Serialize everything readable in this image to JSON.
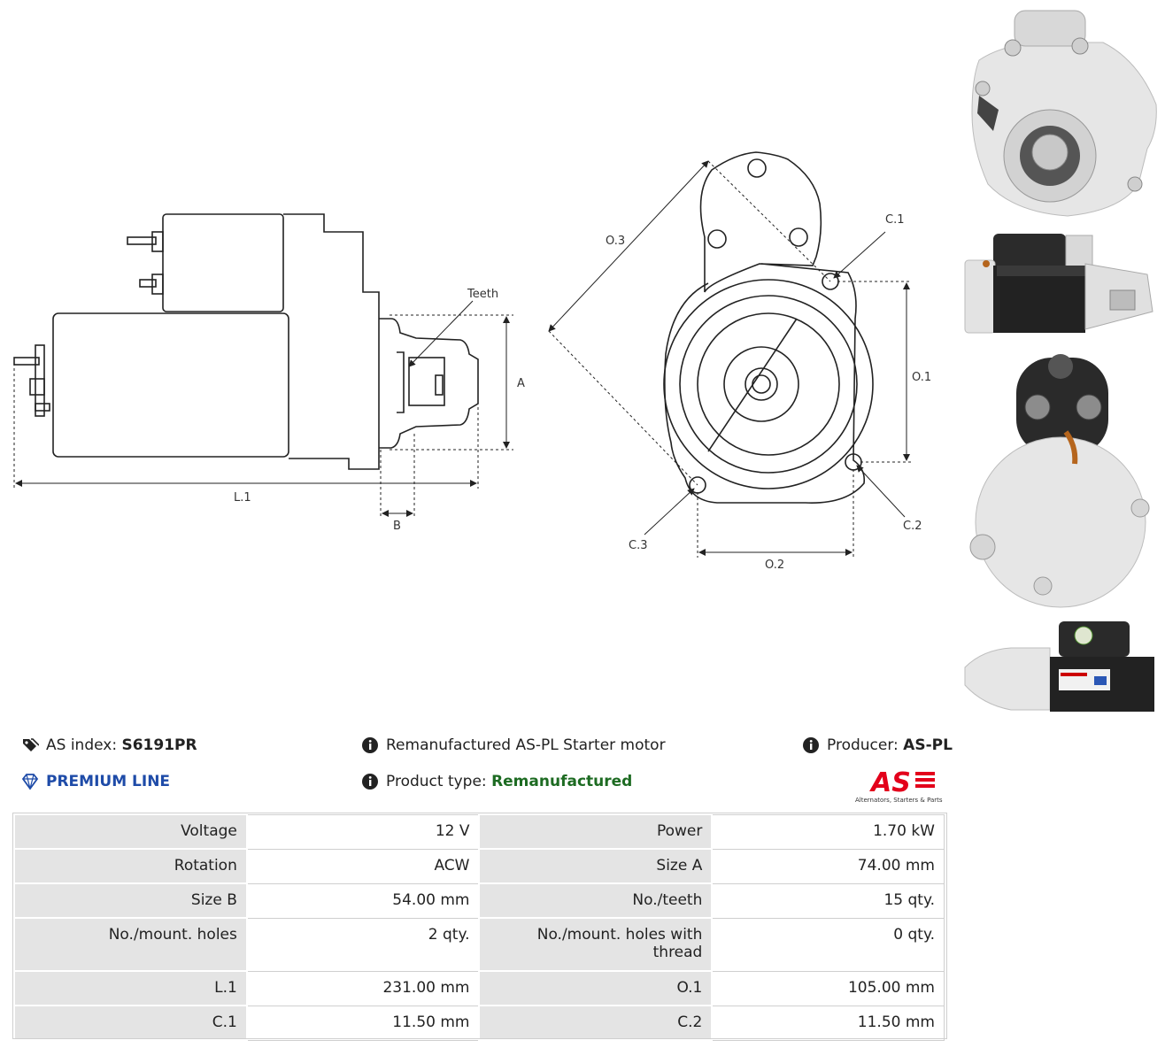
{
  "drawing": {
    "labels": {
      "teeth": "Teeth",
      "a": "A",
      "l1": "L.1",
      "b": "B",
      "o1": "O.1",
      "o2": "O.2",
      "o3": "O.3",
      "c1": "C.1",
      "c2": "C.2",
      "c3": "C.3"
    }
  },
  "info": {
    "as_index_label": "AS index:",
    "as_index_value": "S6191PR",
    "premium": "PREMIUM LINE",
    "description": "Remanufactured AS-PL Starter motor",
    "product_type_label": "Product type:",
    "product_type_value": "Remanufactured",
    "producer_label": "Producer:",
    "producer_value": "AS-PL"
  },
  "logo": {
    "text": "AS",
    "tagline": "Alternators, Starters & Parts",
    "color": "#e3001b"
  },
  "colors": {
    "premium": "#1e4ba8",
    "product_type": "#1d6b22",
    "key_cell": "#e4e4e4"
  },
  "specs": [
    {
      "k1": "Voltage",
      "v1": "12 V",
      "k2": "Power",
      "v2": "1.70 kW"
    },
    {
      "k1": "Rotation",
      "v1": "ACW",
      "k2": "Size A",
      "v2": "74.00 mm"
    },
    {
      "k1": "Size B",
      "v1": "54.00 mm",
      "k2": "No./teeth",
      "v2": "15 qty."
    },
    {
      "k1": "No./mount. holes",
      "v1": "2 qty.",
      "k2": "No./mount. holes with thread",
      "v2": "0 qty."
    },
    {
      "k1": "L.1",
      "v1": "231.00 mm",
      "k2": "O.1",
      "v2": "105.00 mm"
    },
    {
      "k1": "C.1",
      "v1": "11.50 mm",
      "k2": "C.2",
      "v2": "11.50 mm"
    }
  ]
}
